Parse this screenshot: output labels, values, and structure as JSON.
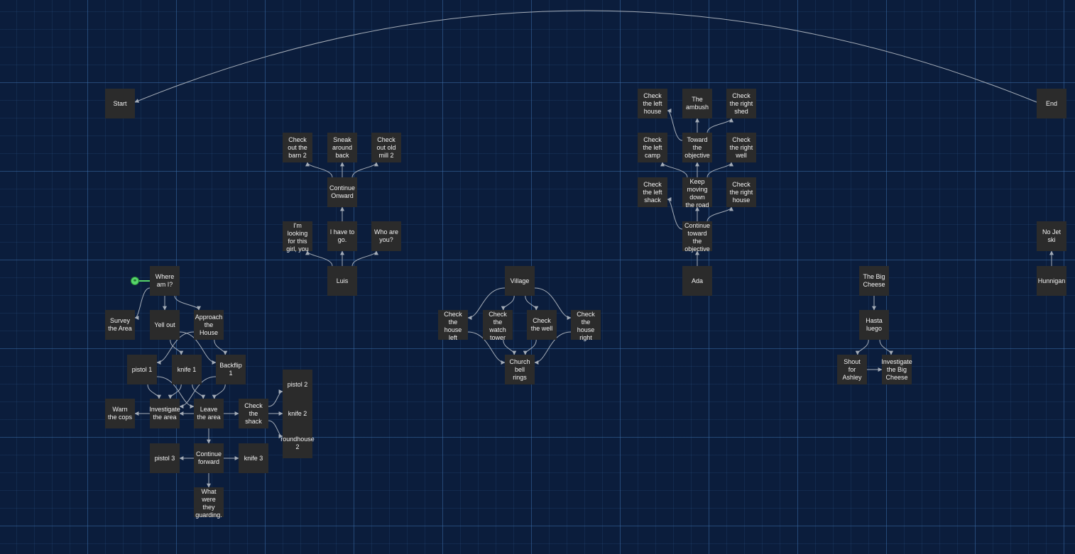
{
  "start_marker_icon": "link-icon",
  "nodes": {
    "start": "Start",
    "end": "End",
    "where_am_i": "Where am I?",
    "survey_area": "Survey the Area",
    "yell_out": "Yell out",
    "approach_house": "Approach the House",
    "pistol_1": "pistol 1",
    "knife_1": "knife 1",
    "backflip_1": "Backflip 1",
    "warn_cops": "Warn the cops",
    "investigate_area": "Investigate the area",
    "leave_area": "Leave the area",
    "check_shack": "Check the shack",
    "pistol_2": "pistol 2",
    "knife_2": "knife 2",
    "roundhouse_2": "roundhouse 2",
    "pistol_3": "pistol 3",
    "continue_forward": "Continue forward",
    "knife_3": "knife 3",
    "what_guarding": "What were they guarding.",
    "luis": "Luis",
    "im_looking": "I'm looking for this girl, you",
    "i_have_to_go": "I have to go.",
    "who_are_you": "Who are you?",
    "continue_onward": "Continue Onward",
    "check_barn_2": "Check out the barn 2",
    "sneak_around": "Sneak around back",
    "check_mill_2": "Check out old mill 2",
    "village": "Village",
    "check_house_left": "Check the house left",
    "check_watch_tower": "Check the watch tower",
    "check_well": "Check the well",
    "check_house_right": "Check the house right",
    "church_bell": "Church bell rings",
    "ada": "Ada",
    "continue_toward": "Continue toward the objective",
    "check_left_shack": "Check the left shack",
    "keep_moving": "Keep moving down the road",
    "check_right_house": "Check the right house",
    "check_left_camp": "Check the left camp",
    "toward_objective": "Toward the objective",
    "check_right_well": "Check the right well",
    "check_left_house": "Check the left house",
    "the_ambush": "The ambush",
    "check_right_shed": "Check the right shed",
    "big_cheese": "The Big Cheese",
    "hasta_luego": "Hasta luego",
    "shout_ashley": "Shout for Ashley",
    "investigate_big_cheese": "Investigate the Big Cheese",
    "hunnigan": "Hunnigan",
    "no_jet_ski": "No Jet ski"
  },
  "edges": [
    [
      "end",
      "start"
    ],
    [
      "where_am_i",
      "survey_area"
    ],
    [
      "where_am_i",
      "yell_out"
    ],
    [
      "where_am_i",
      "approach_house"
    ],
    [
      "yell_out",
      "knife_1"
    ],
    [
      "yell_out",
      "backflip_1"
    ],
    [
      "approach_house",
      "pistol_1"
    ],
    [
      "approach_house",
      "backflip_1"
    ],
    [
      "pistol_1",
      "investigate_area"
    ],
    [
      "pistol_1",
      "leave_area"
    ],
    [
      "knife_1",
      "investigate_area"
    ],
    [
      "knife_1",
      "leave_area"
    ],
    [
      "backflip_1",
      "investigate_area"
    ],
    [
      "backflip_1",
      "leave_area"
    ],
    [
      "investigate_area",
      "warn_cops"
    ],
    [
      "leave_area",
      "investigate_area"
    ],
    [
      "leave_area",
      "check_shack"
    ],
    [
      "leave_area",
      "continue_forward"
    ],
    [
      "check_shack",
      "pistol_2"
    ],
    [
      "check_shack",
      "knife_2"
    ],
    [
      "check_shack",
      "roundhouse_2"
    ],
    [
      "continue_forward",
      "pistol_3"
    ],
    [
      "continue_forward",
      "knife_3"
    ],
    [
      "continue_forward",
      "what_guarding"
    ],
    [
      "luis",
      "im_looking"
    ],
    [
      "luis",
      "i_have_to_go"
    ],
    [
      "luis",
      "who_are_you"
    ],
    [
      "i_have_to_go",
      "continue_onward"
    ],
    [
      "continue_onward",
      "check_barn_2"
    ],
    [
      "continue_onward",
      "sneak_around"
    ],
    [
      "continue_onward",
      "check_mill_2"
    ],
    [
      "village",
      "check_house_left"
    ],
    [
      "village",
      "check_watch_tower"
    ],
    [
      "village",
      "check_well"
    ],
    [
      "village",
      "check_house_right"
    ],
    [
      "check_house_left",
      "church_bell"
    ],
    [
      "check_watch_tower",
      "church_bell"
    ],
    [
      "check_well",
      "church_bell"
    ],
    [
      "check_house_right",
      "church_bell"
    ],
    [
      "ada",
      "continue_toward"
    ],
    [
      "continue_toward",
      "check_left_shack"
    ],
    [
      "continue_toward",
      "keep_moving"
    ],
    [
      "continue_toward",
      "check_right_house"
    ],
    [
      "keep_moving",
      "check_left_camp"
    ],
    [
      "keep_moving",
      "toward_objective"
    ],
    [
      "keep_moving",
      "check_right_well"
    ],
    [
      "toward_objective",
      "check_left_house"
    ],
    [
      "toward_objective",
      "the_ambush"
    ],
    [
      "toward_objective",
      "check_right_shed"
    ],
    [
      "big_cheese",
      "hasta_luego"
    ],
    [
      "hasta_luego",
      "shout_ashley"
    ],
    [
      "hasta_luego",
      "investigate_big_cheese"
    ],
    [
      "shout_ashley",
      "investigate_big_cheese"
    ],
    [
      "hunnigan",
      "no_jet_ski"
    ]
  ]
}
